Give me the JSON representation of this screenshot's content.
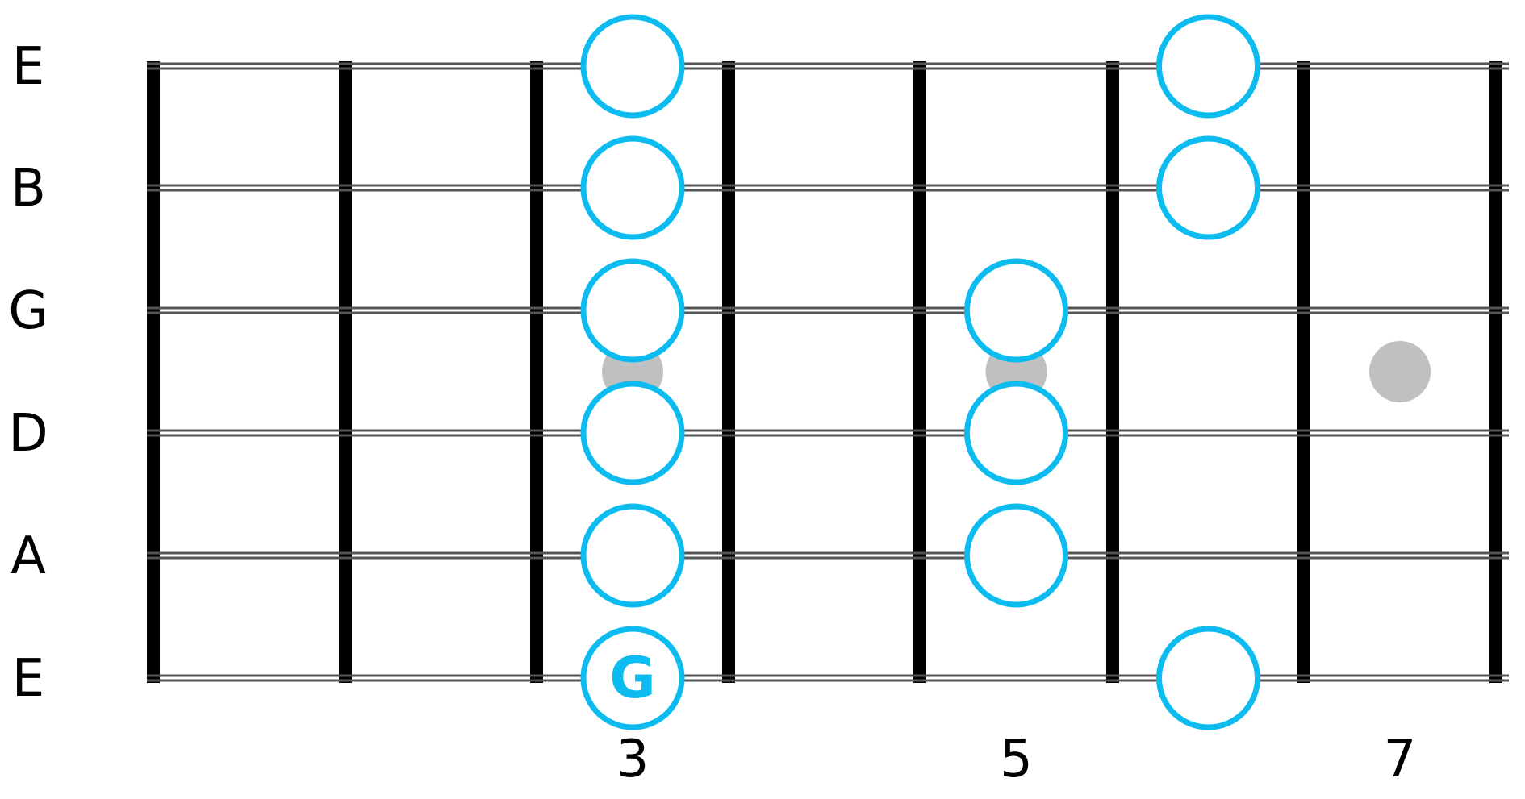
{
  "diagram": {
    "string_labels": [
      "E",
      "B",
      "G",
      "D",
      "A",
      "E"
    ],
    "fret_number_labels": [
      {
        "fret": 3,
        "label": "3"
      },
      {
        "fret": 5,
        "label": "5"
      },
      {
        "fret": 7,
        "label": "7"
      }
    ],
    "inlay_markers": [
      3,
      5,
      7
    ],
    "notes": [
      {
        "string": 1,
        "fret": 3,
        "label": ""
      },
      {
        "string": 1,
        "fret": 6,
        "label": ""
      },
      {
        "string": 2,
        "fret": 3,
        "label": ""
      },
      {
        "string": 2,
        "fret": 6,
        "label": ""
      },
      {
        "string": 3,
        "fret": 3,
        "label": ""
      },
      {
        "string": 3,
        "fret": 5,
        "label": ""
      },
      {
        "string": 4,
        "fret": 3,
        "label": ""
      },
      {
        "string": 4,
        "fret": 5,
        "label": ""
      },
      {
        "string": 5,
        "fret": 3,
        "label": ""
      },
      {
        "string": 5,
        "fret": 5,
        "label": ""
      },
      {
        "string": 6,
        "fret": 3,
        "label": "G"
      },
      {
        "string": 6,
        "fret": 6,
        "label": ""
      }
    ],
    "colors": {
      "note_ring": "#0cbcf0",
      "note_fill": "#ffffff",
      "root_text": "#0cbcf0",
      "fret_wire": "#000000",
      "string_line": "#555555",
      "inlay": "#c0c0c0",
      "label_text": "#000000"
    }
  }
}
